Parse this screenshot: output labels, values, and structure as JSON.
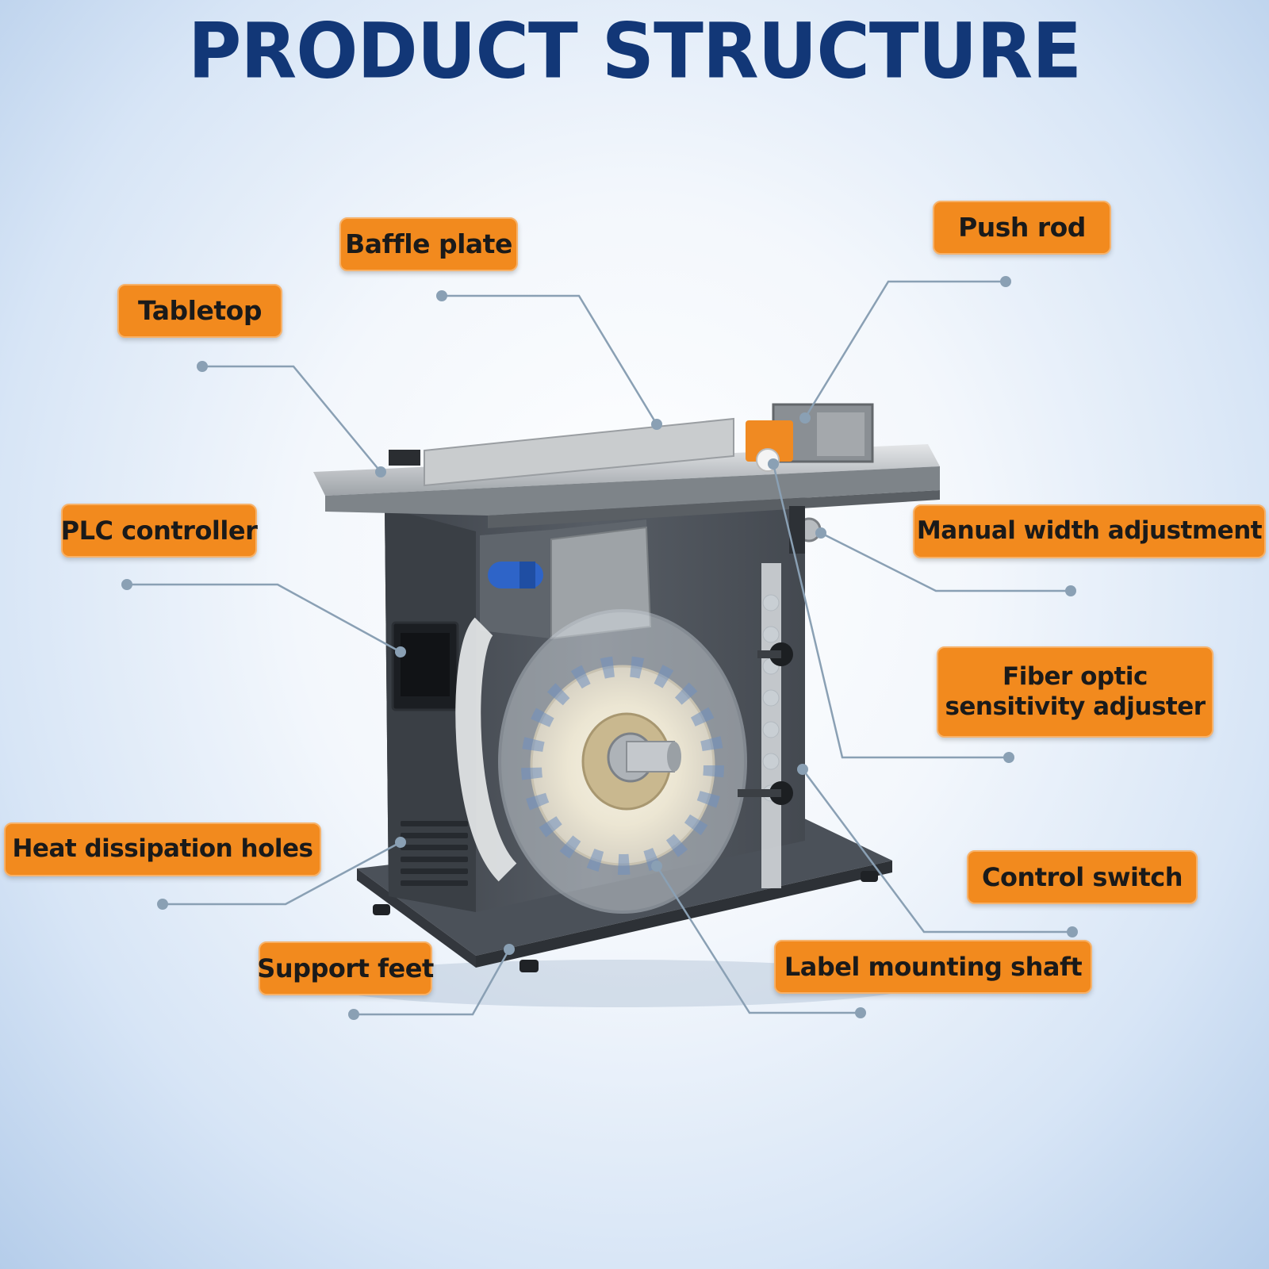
{
  "title": "PRODUCT STRUCTURE",
  "callouts": {
    "tabletop": "Tabletop",
    "baffle_plate": "Baffle plate",
    "push_rod": "Push rod",
    "plc_controller": "PLC controller",
    "manual_width_adjustment": "Manual width adjustment",
    "fiber_optic_line1": "Fiber optic",
    "fiber_optic_line2": "sensitivity adjuster",
    "heat_dissipation_holes": "Heat dissipation holes",
    "control_switch": "Control switch",
    "support_feet": "Support feet",
    "label_mounting_shaft": "Label mounting shaft"
  },
  "colors": {
    "title": "#123777",
    "callout_fill": "#f28a1e",
    "leader_line": "#8aa0b4",
    "machine_body": "#4a5058",
    "table_steel": "#b9bcbe"
  }
}
